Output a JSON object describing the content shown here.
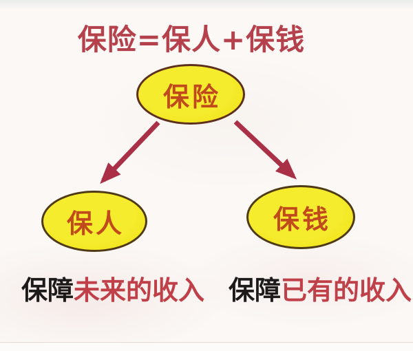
{
  "title": {
    "text": "保险=保人+保钱"
  },
  "diagram": {
    "type": "tree",
    "nodes": {
      "root": {
        "label": "保险",
        "shape": "ellipse"
      },
      "left": {
        "label": "保人",
        "shape": "ellipse"
      },
      "right": {
        "label": "保钱",
        "shape": "ellipse"
      }
    },
    "edges": [
      {
        "from": "root",
        "to": "left",
        "style": "arrow"
      },
      {
        "from": "root",
        "to": "right",
        "style": "arrow"
      }
    ]
  },
  "captions": {
    "left": {
      "prefix": "保障",
      "highlight": "未来的收入"
    },
    "right": {
      "prefix": "保障",
      "highlight": "已有的收入"
    }
  },
  "colors": {
    "background": "#fbf8f6",
    "title_red": "#b5414c",
    "arrow_red": "#a93047",
    "node_fill_yellow": "#f2e71e",
    "node_border_brown": "#4f3a16",
    "node_text_orange_red": "#c14a1d",
    "caption_black": "#1d1a1a",
    "caption_red": "#bf4049"
  }
}
